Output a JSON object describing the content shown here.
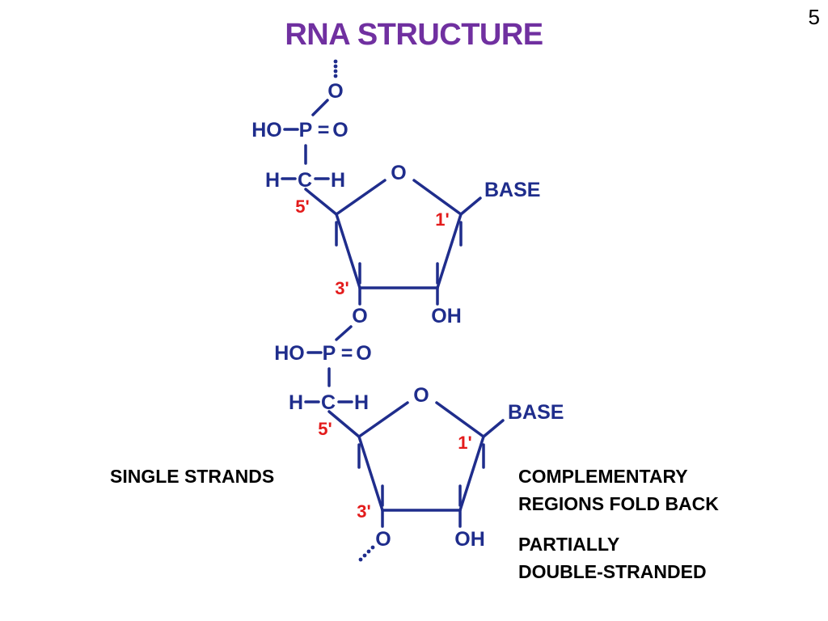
{
  "slide": {
    "number": "5",
    "title": "RNA STRUCTURE"
  },
  "colors": {
    "title": "#7030a0",
    "structure": "#1f2d8c",
    "position_numbers": "#e31b1b",
    "text": "#000000"
  },
  "nucleotides": [
    {
      "oxygen_top": "O",
      "phosphate_left": "HO",
      "phosphate_p": "P",
      "phosphate_o": "O",
      "methylene_h_left": "H",
      "methylene_c": "C",
      "methylene_h_right": "H",
      "ring_oxygen": "O",
      "base": "BASE",
      "carbon_5": "5'",
      "carbon_1": "1'",
      "carbon_3": "3'",
      "oxygen_3": "O",
      "hydroxyl_2": "OH"
    },
    {
      "phosphate_left": "HO",
      "phosphate_p": "P",
      "phosphate_o": "O",
      "methylene_h_left": "H",
      "methylene_c": "C",
      "methylene_h_right": "H",
      "ring_oxygen": "O",
      "base": "BASE",
      "carbon_5": "5'",
      "carbon_1": "1'",
      "carbon_3": "3'",
      "oxygen_3": "O",
      "hydroxyl_2": "OH"
    }
  ],
  "notes": {
    "single_strands": "SINGLE STRANDS",
    "complementary": [
      "COMPLEMENTARY",
      "REGIONS FOLD BACK"
    ],
    "partially": [
      "PARTIALLY",
      "DOUBLE-STRANDED"
    ]
  }
}
